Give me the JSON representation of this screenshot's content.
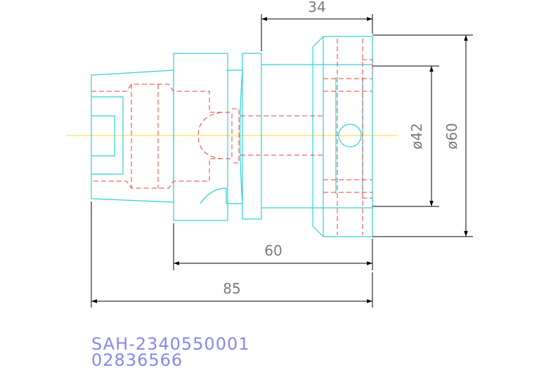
{
  "drawing": {
    "dimensions": {
      "top_length": "34",
      "bore_diameter": "ø42",
      "outer_diameter": "ø60",
      "body_length": "60",
      "total_length": "85"
    },
    "part_number": "SAH-2340550001",
    "order_number": "02836566",
    "colors": {
      "outline": "#30d0d8",
      "hidden": "#e84040",
      "centerline": "#f0e020",
      "dimension": "#000000",
      "text": "#8a86ee"
    }
  }
}
